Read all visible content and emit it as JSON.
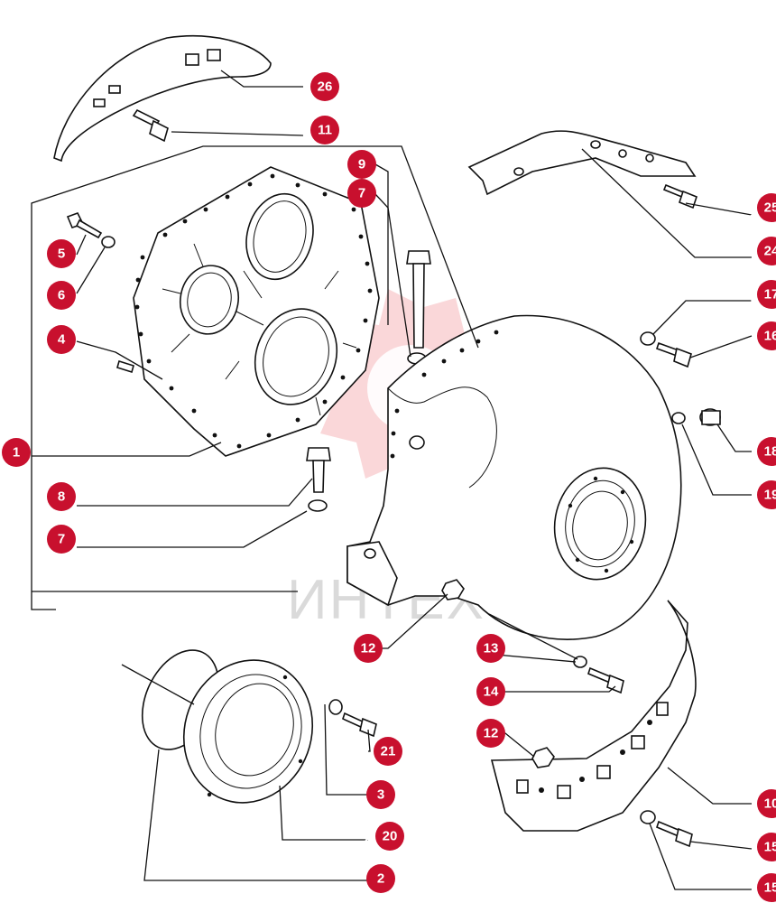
{
  "diagram": {
    "watermark_text": "ИНТЕХ",
    "callouts": [
      {
        "label": "26",
        "stub": "2",
        "color": "#c8102e"
      },
      {
        "label": "11",
        "stub": "1",
        "color": "#c8102e"
      },
      {
        "label": "9",
        "stub": "",
        "color": "#c8102e"
      },
      {
        "label": "7",
        "stub": "",
        "color": "#c8102e"
      },
      {
        "label": "5",
        "stub": "",
        "color": "#c8102e"
      },
      {
        "label": "6",
        "stub": "",
        "color": "#c8102e"
      },
      {
        "label": "4",
        "stub": "",
        "color": "#c8102e"
      },
      {
        "label": "1",
        "stub": "",
        "color": "#c8102e"
      },
      {
        "label": "8",
        "stub": "",
        "color": "#c8102e"
      },
      {
        "label": "7",
        "stub": "",
        "color": "#c8102e"
      },
      {
        "label": "25",
        "stub": "2",
        "color": "#c8102e"
      },
      {
        "label": "24",
        "stub": "2",
        "color": "#c8102e"
      },
      {
        "label": "17",
        "stub": "1",
        "color": "#c8102e"
      },
      {
        "label": "16",
        "stub": "1",
        "color": "#c8102e"
      },
      {
        "label": "18",
        "stub": "1",
        "color": "#c8102e"
      },
      {
        "label": "19",
        "stub": "1",
        "color": "#c8102e"
      },
      {
        "label": "12",
        "stub": "1",
        "color": "#c8102e"
      },
      {
        "label": "13",
        "stub": "1",
        "color": "#c8102e"
      },
      {
        "label": "14",
        "stub": "1",
        "color": "#c8102e"
      },
      {
        "label": "12",
        "stub": "1",
        "color": "#c8102e"
      },
      {
        "label": "21",
        "stub": "2",
        "color": "#c8102e"
      },
      {
        "label": "3",
        "stub": "",
        "color": "#c8102e"
      },
      {
        "label": "20",
        "stub": "2",
        "color": "#c8102e"
      },
      {
        "label": "2",
        "stub": "",
        "color": "#c8102e"
      },
      {
        "label": "10",
        "stub": "1",
        "color": "#c8102e"
      },
      {
        "label": "15",
        "stub": "1",
        "color": "#c8102e"
      },
      {
        "label": "15",
        "stub": "1",
        "color": "#c8102e"
      }
    ]
  }
}
